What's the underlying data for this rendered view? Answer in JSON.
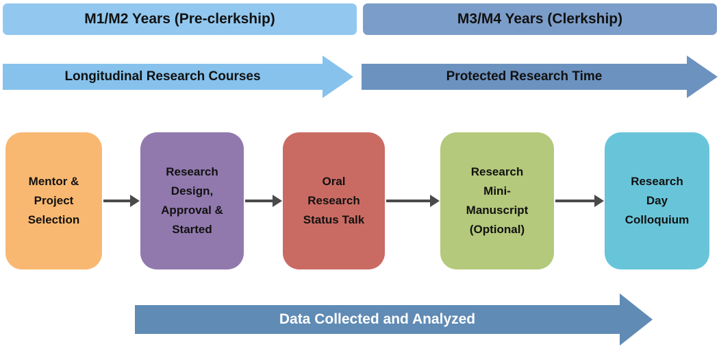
{
  "headers": {
    "preclerkship": {
      "label": "M1/M2 Years (Pre-clerkship)",
      "color": "#92C8EF"
    },
    "clerkship": {
      "label": "M3/M4 Years (Clerkship)",
      "color": "#7B9DC9"
    }
  },
  "timeline_arrows": {
    "longitudinal": {
      "label": "Longitudinal Research Courses",
      "color": "#86C2EC"
    },
    "protected": {
      "label": "Protected Research Time",
      "color": "#6C92BF"
    }
  },
  "steps": [
    {
      "id": "mentor-project-selection",
      "label": "Mentor &\nProject\nSelection",
      "color": "#F9B871"
    },
    {
      "id": "research-design-approval-started",
      "label": "Research\nDesign,\nApproval &\nStarted",
      "color": "#9179AE"
    },
    {
      "id": "oral-research-status-talk",
      "label": "Oral\nResearch\nStatus Talk",
      "color": "#CA6B63"
    },
    {
      "id": "research-mini-manuscript",
      "label": "Research\nMini-\nManuscript\n(Optional)",
      "color": "#B4C97B"
    },
    {
      "id": "research-day-colloquium",
      "label": "Research\nDay\nColloquium",
      "color": "#68C5D9"
    }
  ],
  "bottom_arrow": {
    "label": "Data Collected and Analyzed",
    "color": "#5F8BB5",
    "text_color": "#FFFFFF"
  },
  "connector_color": "#4A4A4A"
}
